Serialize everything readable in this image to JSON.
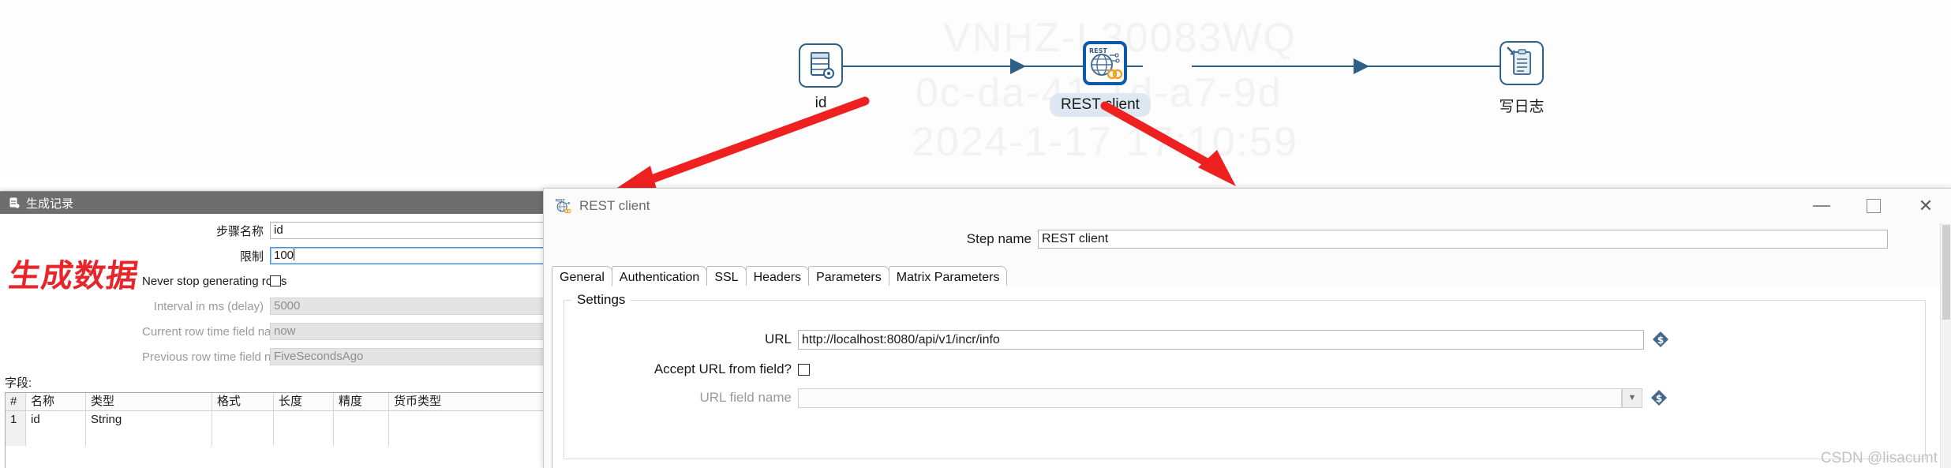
{
  "canvas": {
    "watermark_lines": [
      "VNHZ-L30083WQ",
      "0c-da-41-1d-a7-9d",
      "2024-1-17 17:10:59"
    ],
    "nodes": [
      {
        "label": "id",
        "icon": "generate-rows-icon"
      },
      {
        "label": "REST client",
        "icon": "rest-client-icon"
      },
      {
        "label": "写日志",
        "icon": "write-to-log-icon"
      }
    ]
  },
  "left_dialog": {
    "title": "生成记录",
    "title_icon": "generate-rows-icon",
    "stamp": "生成数据",
    "fields": [
      {
        "label": "步骤名称",
        "value": "id",
        "state": "normal"
      },
      {
        "label": "限制",
        "value": "100",
        "state": "focused"
      },
      {
        "label": "Never stop generating rows",
        "value": "",
        "state": "checkbox"
      },
      {
        "label": "Interval in ms (delay)",
        "value": "5000",
        "state": "disabled"
      },
      {
        "label": "Current row time field name",
        "value": "now",
        "state": "disabled"
      },
      {
        "label": "Previous row time field name",
        "value": "FiveSecondsAgo",
        "state": "disabled"
      }
    ],
    "grid_caption": "字段:",
    "grid": {
      "columns": [
        "#",
        "名称",
        "类型",
        "格式",
        "长度",
        "精度",
        "货币类型"
      ],
      "rows": [
        [
          "1",
          "id",
          "String",
          "",
          "",
          "",
          ""
        ]
      ]
    }
  },
  "right_dialog": {
    "title": "REST client",
    "title_icon": "rest-client-icon",
    "window_controls": {
      "minimize": "minimize-icon",
      "maximize": "maximize-icon",
      "close": "close-icon"
    },
    "step_name": {
      "label": "Step name",
      "value": "REST client"
    },
    "tabs": [
      {
        "label": "General",
        "active": true
      },
      {
        "label": "Authentication",
        "active": false
      },
      {
        "label": "SSL",
        "active": false
      },
      {
        "label": "Headers",
        "active": false
      },
      {
        "label": "Parameters",
        "active": false
      },
      {
        "label": "Matrix Parameters",
        "active": false
      }
    ],
    "settings": {
      "group_title": "Settings",
      "url": {
        "label": "URL",
        "value": "http://localhost:8080/api/v1/incr/info"
      },
      "accept_url_from_field": {
        "label": "Accept URL from field?",
        "checked": false
      },
      "url_field_name": {
        "label": "URL field name",
        "value": "",
        "disabled": true
      }
    }
  },
  "watermark_credit": "CSDN @lisacumt",
  "colors": {
    "node_border": "#2e5f86",
    "rest_border": "#0b5ca8",
    "title_bar": "#6e6e6e",
    "stamp_red": "#e8252a",
    "focus_blue": "#4a90d9",
    "variable_icon": "#46688c"
  }
}
